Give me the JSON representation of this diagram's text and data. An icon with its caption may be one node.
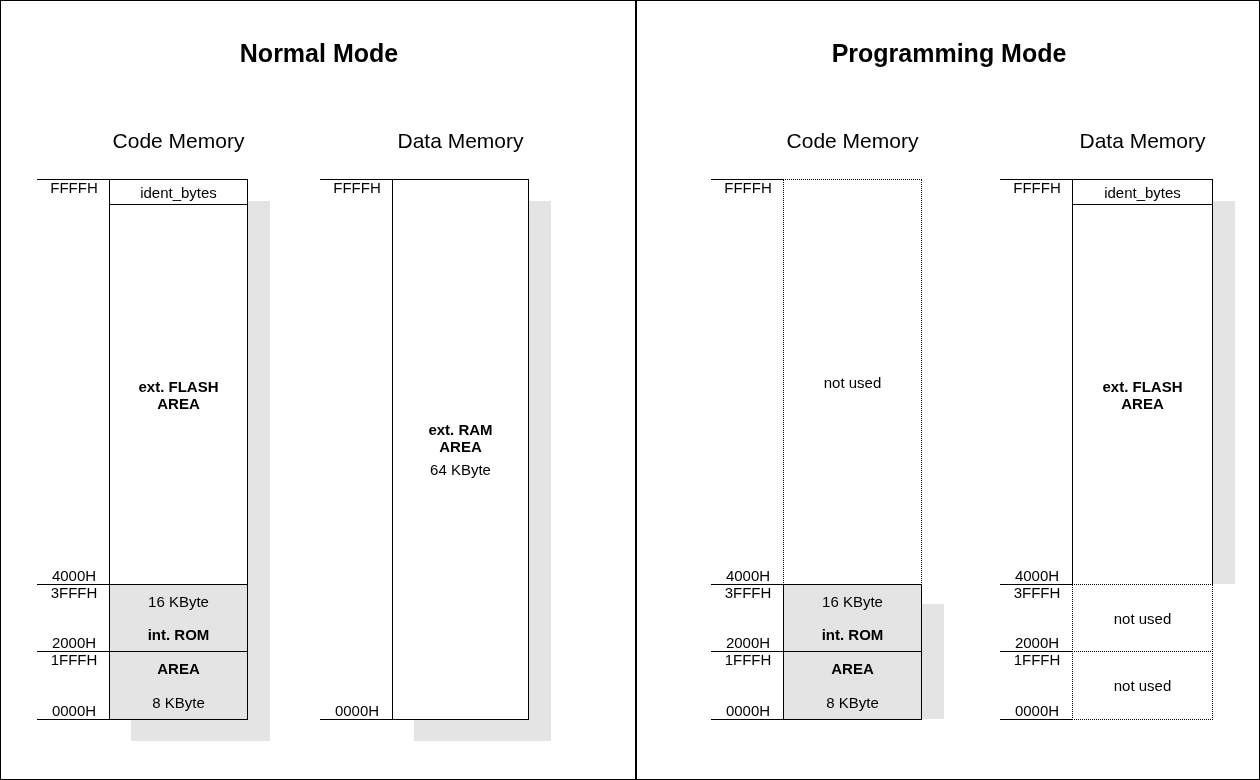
{
  "diagram": {
    "nodes": [
      {
        "text": [
          "Normal Mode"
        ]
      },
      {
        "text": [
          "Code Memory"
        ],
        "in": 0
      },
      {
        "text": [
          "ident_bytes"
        ],
        "in": 1,
        "beside": [
          "FFFFH"
        ]
      },
      {
        "text": [
          "ext. FLASH AREA"
        ],
        "in": 1,
        "beside": [
          "4000H"
        ]
      },
      {
        "text": [
          "16 KByte",
          "int. ROM"
        ],
        "in": 1,
        "beside": [
          "3FFFH",
          "2000H"
        ]
      },
      {
        "text": [
          "AREA",
          "8 KByte"
        ],
        "in": 1,
        "beside": [
          "1FFFH",
          "0000H"
        ]
      },
      {
        "text": [
          "Data Memory"
        ],
        "in": 0
      },
      {
        "text": [
          "ext. RAM AREA",
          "64 KByte"
        ],
        "in": 6,
        "beside": [
          "FFFFH",
          "0000H"
        ]
      },
      {
        "text": [
          "Programming Mode"
        ]
      },
      {
        "text": [
          "Code Memory"
        ],
        "in": 8
      },
      {
        "text": [
          "not used"
        ],
        "in": 9,
        "beside": [
          "FFFFH",
          "4000H"
        ]
      },
      {
        "text": [
          "16 KByte",
          "int. ROM"
        ],
        "in": 9,
        "beside": [
          "3FFFH",
          "2000H"
        ]
      },
      {
        "text": [
          "AREA",
          "8 KByte"
        ],
        "in": 9,
        "beside": [
          "1FFFH",
          "0000H"
        ]
      },
      {
        "text": [
          "Data Memory"
        ],
        "in": 8
      },
      {
        "text": [
          "ident_bytes"
        ],
        "in": 13,
        "beside": [
          "FFFFH"
        ]
      },
      {
        "text": [
          "ext. FLASH AREA"
        ],
        "in": 13,
        "beside": [
          "4000H"
        ]
      },
      {
        "text": [
          "not used"
        ],
        "in": 13,
        "beside": [
          "3FFFH",
          "2000H"
        ]
      },
      {
        "text": [
          "not used"
        ],
        "in": 13,
        "beside": [
          "1FFFH",
          "0000H"
        ]
      }
    ],
    "edges": []
  }
}
